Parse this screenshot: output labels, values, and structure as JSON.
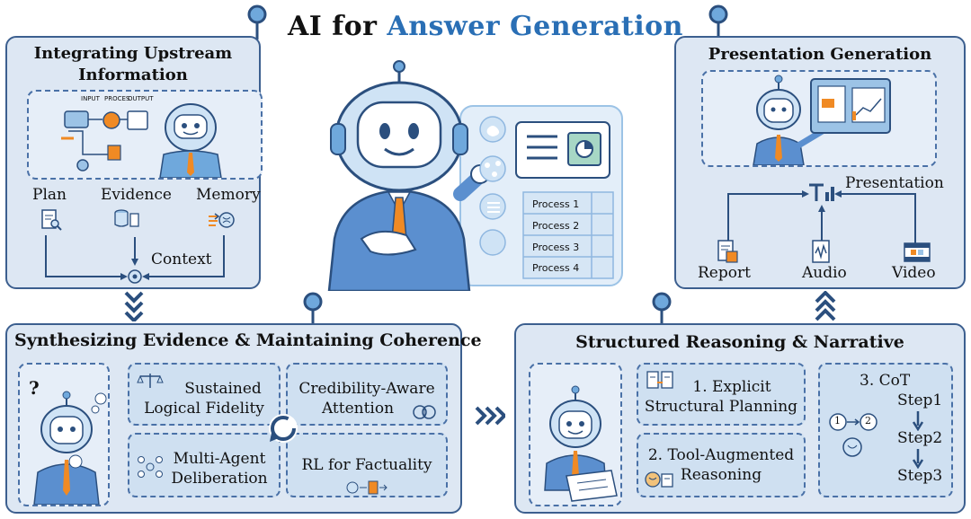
{
  "title": {
    "prefix": "AI for",
    "highlight": "Answer Generation"
  },
  "upstream": {
    "title_line1": "Integrating  Upstream",
    "title_line2": "Information",
    "illustration": {
      "input": "INPUT",
      "process": "PROCES",
      "output": "OUTPUT"
    },
    "plan": "Plan",
    "evidence": "Evidence",
    "memory": "Memory",
    "context": "Context"
  },
  "center": {
    "processes": [
      "Process 1",
      "Process 2",
      "Process 3",
      "Process 4"
    ]
  },
  "presentation": {
    "title": "Presentation Generation",
    "presentation": "Presentation",
    "report": "Report",
    "audio": "Audio",
    "video": "Video"
  },
  "synthesizing": {
    "title": "Synthesizing Evidence & Maintaining Coherence",
    "sustained_line1": "Sustained",
    "sustained_line2": "Logical Fidelity",
    "credibility_line1": "Credibility-Aware",
    "credibility_line2": "Attention",
    "multiagent_line1": "Multi-Agent",
    "multiagent_line2": "Deliberation",
    "rl": "RL for Factuality",
    "question": "?"
  },
  "structured": {
    "title": "Structured Reasoning & Narrative",
    "explicit_line1": "1. Explicit",
    "explicit_line2": "Structural Planning",
    "tool_line1": "2. Tool-Augmented",
    "tool_line2": "Reasoning",
    "cot": "3. CoT",
    "steps": [
      "Step1",
      "Step2",
      "Step3"
    ],
    "nodes": [
      "1",
      "2"
    ]
  },
  "colors": {
    "accent": "#2a6fb5",
    "panel": "#dde7f3",
    "border": "#3c5f8f",
    "orange": "#f08a24"
  }
}
